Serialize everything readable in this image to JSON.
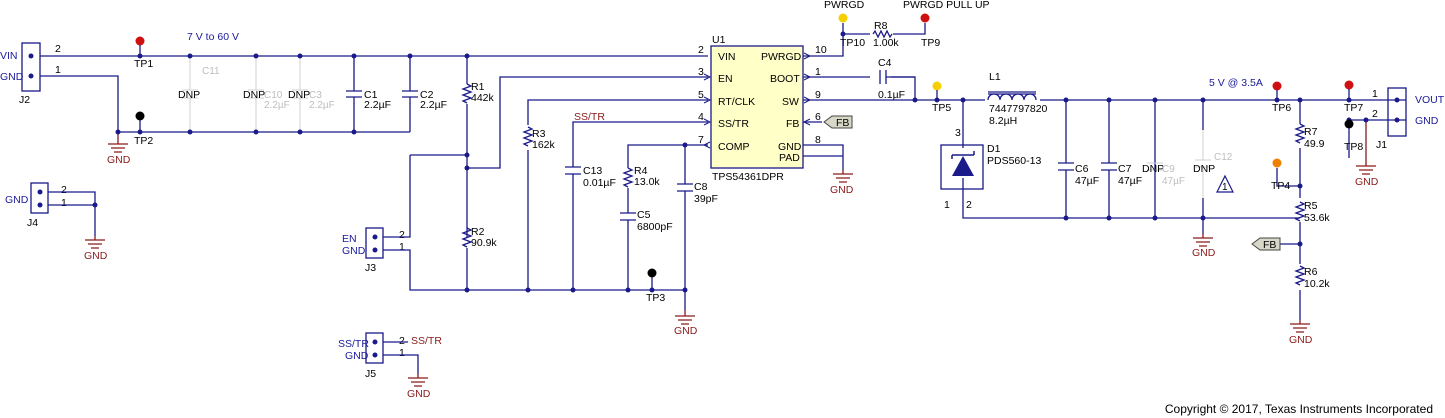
{
  "nets": {
    "vin": "VIN",
    "gnd": "GND",
    "input_range": "7 V to 60 V",
    "pwrgd": "PWRGD",
    "pwrgd_pullup": "PWRGD PULL UP",
    "vout_rating": "5 V @ 3.5A",
    "vout": "VOUT",
    "en": "EN",
    "ss_tr": "SS/TR",
    "fb": "FB",
    "dnp": "DNP"
  },
  "ic": {
    "ref": "U1",
    "part": "TPS54361DPR",
    "pins_left": [
      {
        "num": "2",
        "name": "VIN"
      },
      {
        "num": "3",
        "name": "EN"
      },
      {
        "num": "5",
        "name": "RT/CLK"
      },
      {
        "num": "4",
        "name": "SS/TR"
      },
      {
        "num": "7",
        "name": "COMP"
      }
    ],
    "pins_right": [
      {
        "num": "10",
        "name": "PWRGD"
      },
      {
        "num": "1",
        "name": "BOOT"
      },
      {
        "num": "9",
        "name": "SW"
      },
      {
        "num": "6",
        "name": "FB"
      },
      {
        "num": "8",
        "name": "GND"
      },
      {
        "num": "",
        "name": "PAD"
      }
    ]
  },
  "components": {
    "c11": {
      "ref": "C11"
    },
    "c10": {
      "ref": "C10",
      "value": "2.2µF"
    },
    "c3": {
      "ref": "C3",
      "value": "2.2µF"
    },
    "c1": {
      "ref": "C1",
      "value": "2.2µF"
    },
    "c2": {
      "ref": "C2",
      "value": "2.2µF"
    },
    "r1": {
      "ref": "R1",
      "value": "442k"
    },
    "r2": {
      "ref": "R2",
      "value": "90.9k"
    },
    "r3": {
      "ref": "R3",
      "value": "162k"
    },
    "c13": {
      "ref": "C13",
      "value": "0.01µF"
    },
    "r4": {
      "ref": "R4",
      "value": "13.0k"
    },
    "c5": {
      "ref": "C5",
      "value": "6800pF"
    },
    "c8": {
      "ref": "C8",
      "value": "39pF"
    },
    "r8": {
      "ref": "R8",
      "value": "1.00k"
    },
    "c4": {
      "ref": "C4",
      "value": "0.1µF"
    },
    "l1": {
      "ref": "L1",
      "part": "7447797820",
      "value": "8.2µH"
    },
    "d1": {
      "ref": "D1",
      "part": "PDS560-13"
    },
    "c6": {
      "ref": "C6",
      "value": "47µF"
    },
    "c7": {
      "ref": "C7",
      "value": "47µF"
    },
    "c9": {
      "ref": "C9",
      "value": "47µF"
    },
    "c12": {
      "ref": "C12"
    },
    "r7": {
      "ref": "R7",
      "value": "49.9"
    },
    "r5": {
      "ref": "R5",
      "value": "53.6k"
    },
    "r6": {
      "ref": "R6",
      "value": "10.2k"
    }
  },
  "testpoints": {
    "tp1": "TP1",
    "tp2": "TP2",
    "tp3": "TP3",
    "tp4": "TP4",
    "tp5": "TP5",
    "tp6": "TP6",
    "tp7": "TP7",
    "tp8": "TP8",
    "tp9": "TP9",
    "tp10": "TP10"
  },
  "connectors": {
    "j1": "J1",
    "j2": "J2",
    "j3": "J3",
    "j4": "J4",
    "j5": "J5"
  },
  "pin_numbers": {
    "one": "1",
    "two": "2",
    "three": "3"
  },
  "copyright": "Copyright © 2017, Texas Instruments Incorporated"
}
